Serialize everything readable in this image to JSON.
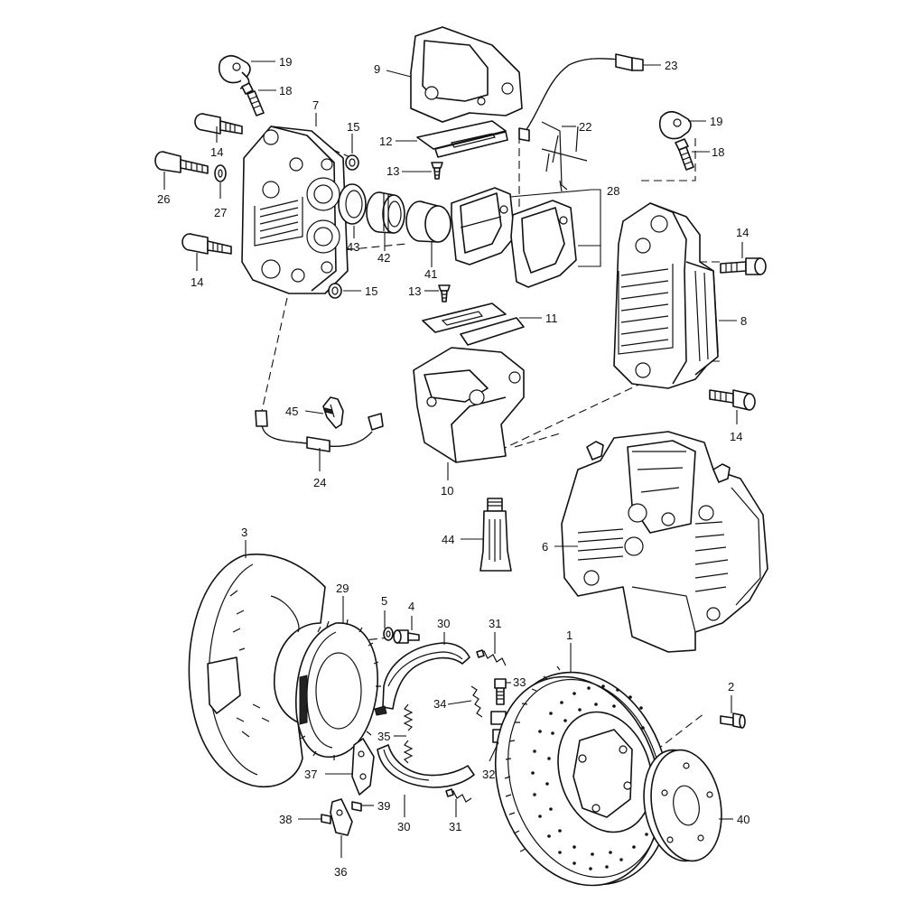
{
  "callouts": {
    "c19a": "19",
    "c18a": "18",
    "c7": "7",
    "c15a": "15",
    "c14a": "14",
    "c26": "26",
    "c27": "27",
    "c14b": "14",
    "c43": "43",
    "c42": "42",
    "c41": "41",
    "c15b": "15",
    "c9": "9",
    "c12": "12",
    "c13a": "13",
    "c13b": "13",
    "c11": "11",
    "c23": "23",
    "c22": "22",
    "c28": "28",
    "c19b": "19",
    "c18b": "18",
    "c14c": "14",
    "c8": "8",
    "c14d": "14",
    "c45": "45",
    "c24": "24",
    "c10": "10",
    "c44": "44",
    "c6": "6",
    "c3": "3",
    "c29": "29",
    "c5": "5",
    "c4": "4",
    "c30a": "30",
    "c31a": "31",
    "c33": "33",
    "c34": "34",
    "c35": "35",
    "c32": "32",
    "c37": "37",
    "c38": "38",
    "c39": "39",
    "c30b": "30",
    "c31b": "31",
    "c36": "36",
    "c1": "1",
    "c2": "2",
    "c40": "40"
  }
}
